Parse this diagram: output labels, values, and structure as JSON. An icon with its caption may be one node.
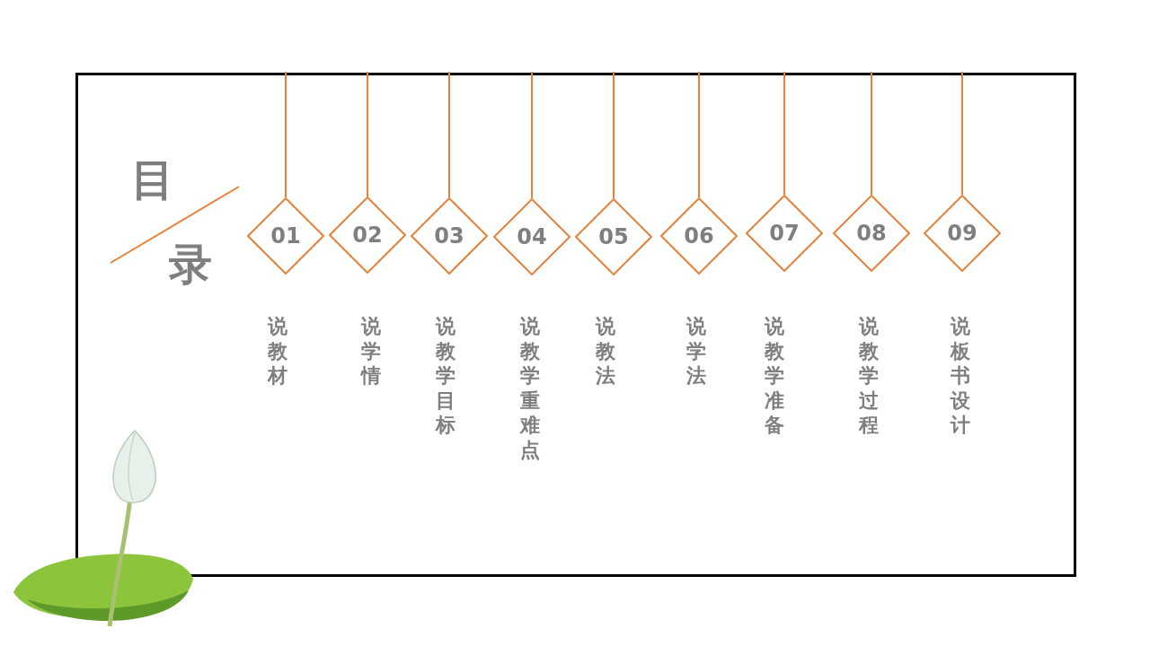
{
  "diagram": {
    "nodes": [
      {
        "text": [
          "01"
        ],
        "beside": [
          "说教材"
        ]
      },
      {
        "text": [
          "02"
        ],
        "beside": [
          "说学情"
        ]
      },
      {
        "text": [
          "03"
        ],
        "beside": [
          "说教学目标"
        ]
      },
      {
        "text": [
          "04"
        ],
        "beside": [
          "说教学重难点"
        ]
      },
      {
        "text": [
          "05"
        ],
        "beside": [
          "说教法"
        ]
      },
      {
        "text": [
          "06"
        ],
        "beside": [
          "说学法"
        ]
      },
      {
        "text": [
          "07"
        ],
        "beside": [
          "说教学准备"
        ]
      },
      {
        "text": [
          "08"
        ],
        "beside": [
          "说教学过程"
        ]
      },
      {
        "text": [
          "09"
        ],
        "beside": [
          "说板书设计"
        ]
      }
    ],
    "labels": [
      "目",
      "录"
    ]
  }
}
